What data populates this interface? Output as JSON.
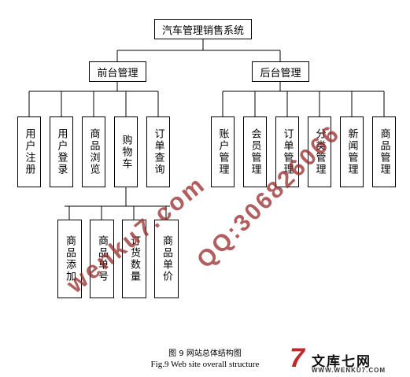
{
  "root": "汽车管理销售系统",
  "front": {
    "label": "前台管理",
    "children": [
      "用户注册",
      "用户登录",
      "商品浏览",
      "购物车",
      "订单查询"
    ],
    "cart_children": [
      "商品添加",
      "商品单号",
      "订货数量",
      "商品单价"
    ]
  },
  "back": {
    "label": "后台管理",
    "children": [
      "账户管理",
      "会员管理",
      "订单管理",
      "分类管理",
      "新闻管理",
      "商品管理"
    ]
  },
  "caption": {
    "cn": "图 9    网站总体结构图",
    "en": "Fig.9    Web site overall structure"
  },
  "watermarks": {
    "site": "wenku7.com",
    "qq": "QQ:306826066"
  },
  "logo": {
    "name": "文库七网",
    "url": "WWW.WENKU7.COM",
    "mark": "7",
    "mark_color": "#c0282a"
  }
}
